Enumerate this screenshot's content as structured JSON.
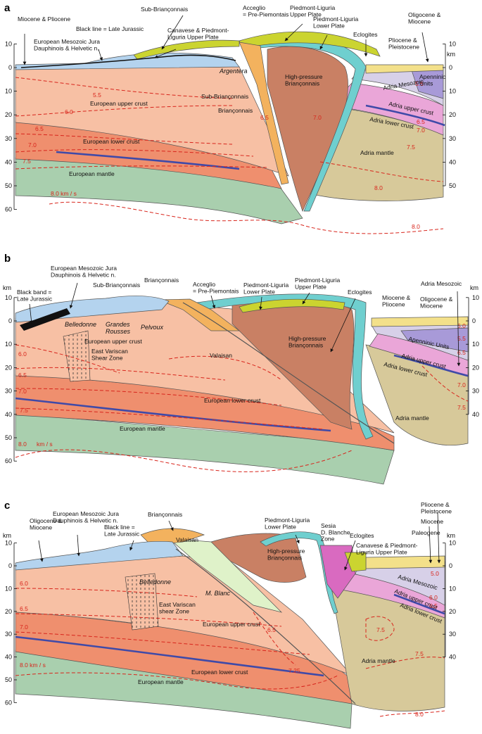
{
  "axis": {
    "ticks": [
      "10",
      "0",
      "10",
      "20",
      "30",
      "40",
      "50",
      "60"
    ],
    "unit": "km"
  },
  "panels": [
    {
      "letter": "a",
      "velocity_unit": "8.0 km / s",
      "labels": {
        "miocene_pliocene": "Miocene &\nPliocene",
        "euro_mesozoic": "European Mesozoic Jura\nDauphinois & Helvetic n.",
        "black_line": "Black line = Late Jurassic",
        "sub_brianconnais_top": "Sub-Briançonnais",
        "canavese": "Canavese & Piedmont-\nLiguria Upper Plate",
        "acceglio": "Acceglio\n= Pre-Piemontais",
        "pl_upper": "Piedmont-Liguria\nUpper Plate",
        "pl_lower": "Piedmont-Liguria\nLower Plate",
        "eclogites": "Eclogites",
        "oligocene": "Oligocene &\nMiocene",
        "pliocene": "Pliocene &\nPleistocene",
        "argentera": "Argentera",
        "hp_brianconnais": "High-pressure\nBriançonnais",
        "sub_brianconnais_low": "Sub-Briançonnais",
        "brianconnais": "Briançonnais",
        "euro_upper": "European upper crust",
        "euro_lower": "European lower crust",
        "euro_mantle": "European mantle",
        "adria_mesozoic": "Adria Mesozoic",
        "apenninic": "Apenninic\nUnits",
        "adria_upper": "Adria upper crust",
        "adria_lower": "Adria lower crust",
        "adria_mantle": "Adria mantle"
      },
      "velocities": [
        "5.5",
        "6.0",
        "6.5",
        "7.0",
        "7.5",
        "6.5",
        "7.0",
        "5.5",
        "6.5",
        "7.0",
        "7.5",
        "8.0",
        "8.0"
      ]
    },
    {
      "letter": "b",
      "velocity_unit": "km / s",
      "labels": {
        "euro_mesozoic": "European Mesozoic Jura\nDauphinois & Helvetic n.",
        "black_band": "Black band =\nLate Jurassic",
        "sub_brianconnais": "Sub-Briançonnais",
        "brianconnais": "Briançonnais",
        "acceglio": "Acceglio\n= Pre-Piemontais",
        "pl_lower": "Piedmont-Liguria\nLower Plate",
        "pl_upper": "Piedmont-Liguria\nUpper Plate",
        "eclogites": "Eclogites",
        "miocene_pliocene": "Miocene &\nPliocene",
        "adria_mesozoic": "Adria Mesozoic",
        "oligocene": "Oligocene &\nMiocene",
        "belledonne": "Belledonne",
        "grandes_rousses": "Grandes\nRousses",
        "pelvoux": "Pelvoux",
        "euro_upper": "European upper crust",
        "east_variscan": "East Variscan\nShear Zone",
        "valaisan": "Valaisan",
        "hp_brianconnais": "High-pressure\nBriançonnais",
        "apenninic": "Apenninic Units",
        "adria_upper": "Adria upper crust",
        "adria_lower": "Adria lower crust",
        "euro_lower": "European lower crust",
        "euro_mantle": "European mantle",
        "adria_mantle": "Adria mantle"
      },
      "velocities": [
        "6.0",
        "6.5",
        "7.0",
        "7.5",
        "8.0",
        "5.0",
        "5.5",
        "6.5",
        "7.0",
        "7.5"
      ]
    },
    {
      "letter": "c",
      "velocity_unit": "8.0 km / s",
      "labels": {
        "oligocene": "Oligocene &\nMiocene",
        "euro_mesozoic": "European Mesozoic Jura\nDauphinois & Helvetic n.",
        "black_line": "Black line =\nLate Jurassic",
        "brianconnais": "Briançonnais",
        "valaisan": "Valaisan",
        "pl_lower": "Piedmont-Liguria\nLower Plate",
        "sesia": "Sesia\nD. Blanche\nZone",
        "eclogites": "Eclogites",
        "canavese": "Canavese & Piedmont-\nLiguria Upper Plate",
        "pliocene": "Pliocene &\nPleistocene",
        "miocene": "Miocene",
        "paleogene": "Paleogene",
        "hp_brianconnais": "High-pressure\nBriançonnais",
        "belledonne": "Belledonne",
        "mblanc": "M. Blanc",
        "east_variscan": "East Variscan\nshear Zone",
        "euro_upper": "European upper crust",
        "euro_lower": "European lower crust",
        "euro_mantle": "European mantle",
        "adria_mesozoic": "Adria Mesozoic",
        "adria_upper": "Adria upper crust",
        "adria_lower": "Adria lower crust",
        "adria_mantle": "Adria mantle"
      },
      "velocities": [
        "6.0",
        "6.5",
        "7.0",
        "7.25",
        "6.5",
        "7.5",
        "7.5",
        "8.0",
        "6.0",
        "6.5",
        "5.0"
      ]
    }
  ],
  "colors": {
    "euro_upper": "#f7c0a4",
    "euro_lower": "#ef8f6e",
    "euro_mantle": "#a9cfae",
    "adria_mantle": "#d7c99a",
    "mesozoic_blue": "#b4d3ee",
    "hp_brown": "#c98064",
    "ophiolite_teal": "#6fcfcf",
    "yellow_green": "#cbd430",
    "orange": "#f3b25e",
    "adria_pink": "#eaa6d8",
    "apennine_purple": "#a89ad8",
    "light_yellow": "#f3e08a",
    "velocity_red": "#d8251c",
    "moho_blue": "#3f4aa8"
  }
}
